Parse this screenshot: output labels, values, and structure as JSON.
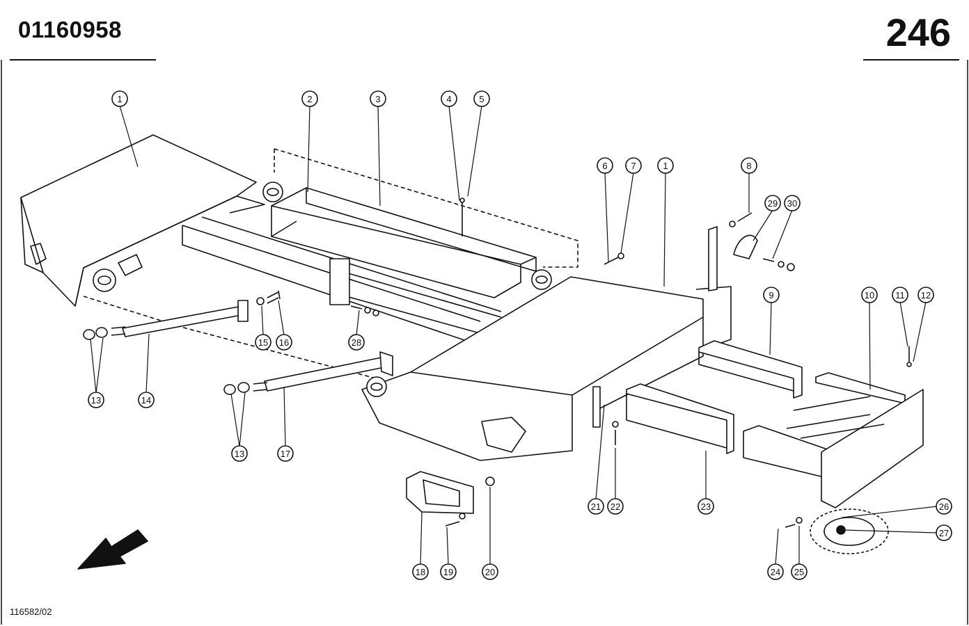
{
  "header": {
    "part_number": "01160958",
    "page_number": "246"
  },
  "footer": {
    "drawing_ref": "116582/02"
  },
  "callouts": [
    {
      "id": "c1a",
      "label": "1"
    },
    {
      "id": "c2",
      "label": "2"
    },
    {
      "id": "c3",
      "label": "3"
    },
    {
      "id": "c4",
      "label": "4"
    },
    {
      "id": "c5",
      "label": "5"
    },
    {
      "id": "c6",
      "label": "6"
    },
    {
      "id": "c7",
      "label": "7"
    },
    {
      "id": "c1b",
      "label": "1"
    },
    {
      "id": "c8",
      "label": "8"
    },
    {
      "id": "c29",
      "label": "29"
    },
    {
      "id": "c30",
      "label": "30"
    },
    {
      "id": "c9",
      "label": "9"
    },
    {
      "id": "c10",
      "label": "10"
    },
    {
      "id": "c11",
      "label": "11"
    },
    {
      "id": "c12",
      "label": "12"
    },
    {
      "id": "c15",
      "label": "15"
    },
    {
      "id": "c16",
      "label": "16"
    },
    {
      "id": "c28",
      "label": "28"
    },
    {
      "id": "c13a",
      "label": "13"
    },
    {
      "id": "c14",
      "label": "14"
    },
    {
      "id": "c13b",
      "label": "13"
    },
    {
      "id": "c17",
      "label": "17"
    },
    {
      "id": "c21",
      "label": "21"
    },
    {
      "id": "c22",
      "label": "22"
    },
    {
      "id": "c23",
      "label": "23"
    },
    {
      "id": "c26",
      "label": "26"
    },
    {
      "id": "c27",
      "label": "27"
    },
    {
      "id": "c24",
      "label": "24"
    },
    {
      "id": "c25",
      "label": "25"
    },
    {
      "id": "c18",
      "label": "18"
    },
    {
      "id": "c19",
      "label": "19"
    },
    {
      "id": "c20",
      "label": "20"
    }
  ]
}
